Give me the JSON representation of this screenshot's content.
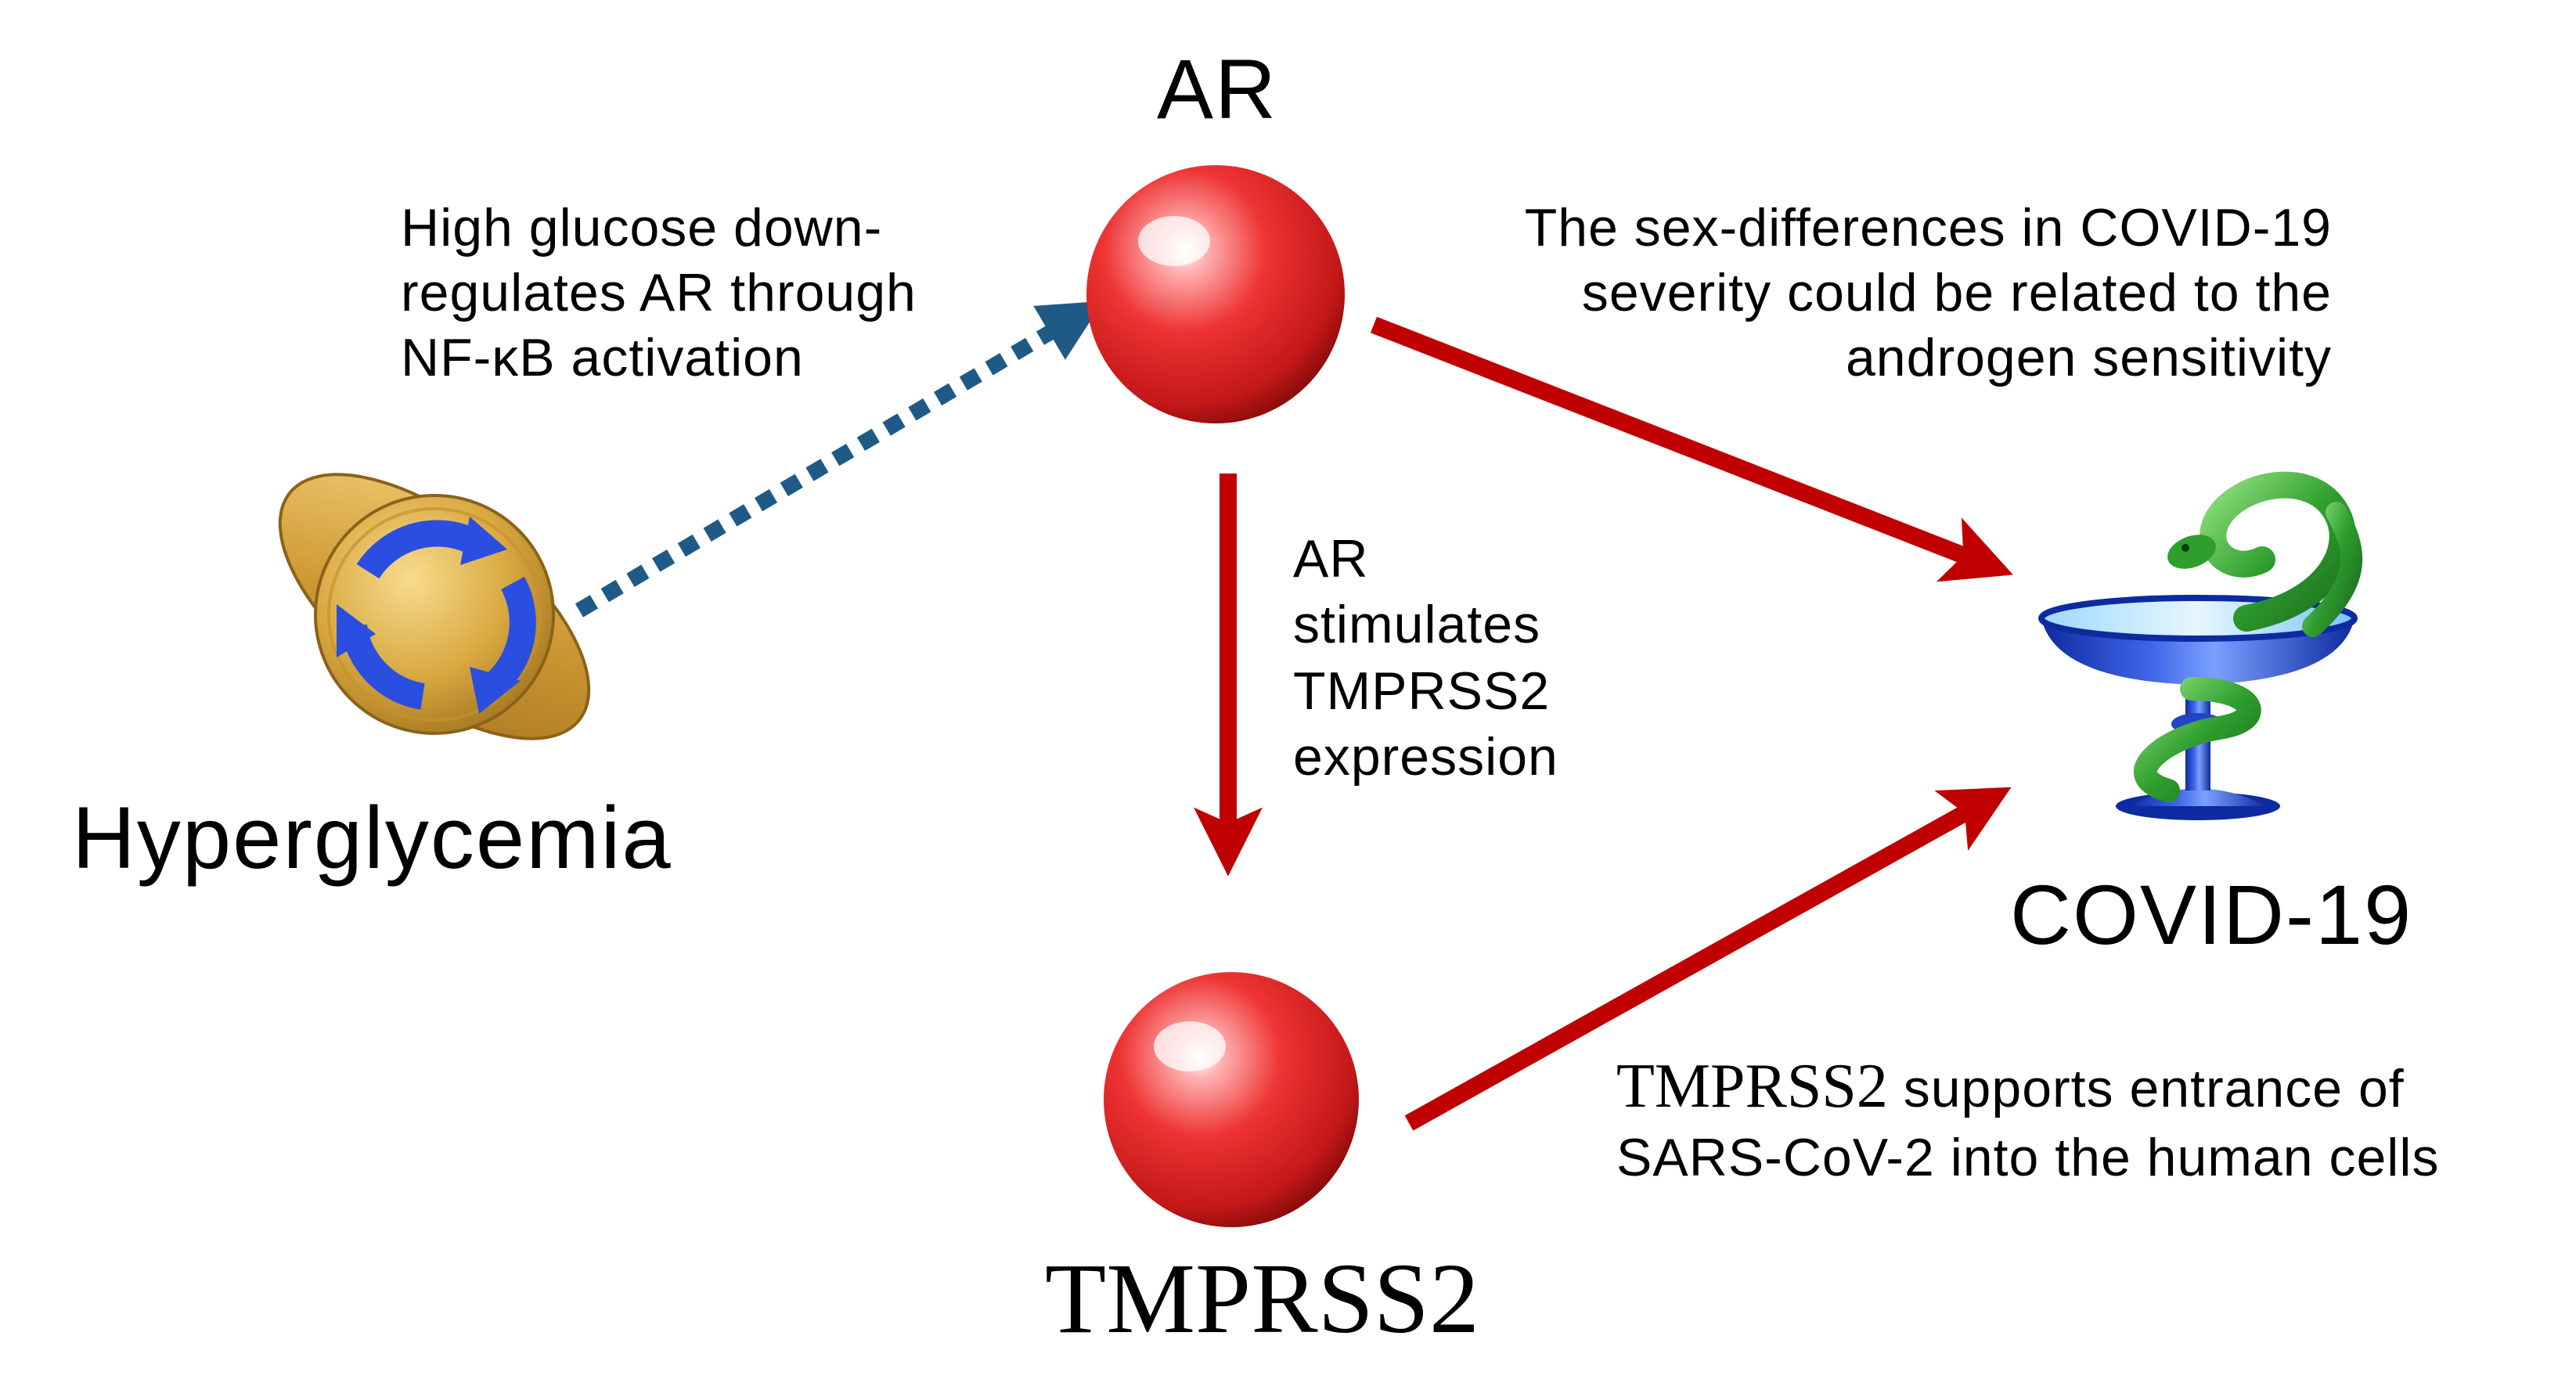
{
  "nodes": {
    "ar": {
      "label": "AR"
    },
    "tmprss2": {
      "label": "TMPRSS2"
    },
    "hyperglycemia": {
      "label": "Hyperglycemia"
    },
    "covid": {
      "label": "COVID-19"
    }
  },
  "annotations": {
    "glucose": {
      "lines": [
        "High glucose down-",
        "regulates AR through",
        "NF-κB activation"
      ]
    },
    "ar_tmprss2": {
      "lines": [
        "AR",
        "stimulates",
        "TMPRSS2",
        "expression"
      ]
    },
    "sex_diff": {
      "lines": [
        "The sex-differences in COVID-19",
        "severity could be related to the",
        "androgen sensitivity"
      ]
    },
    "entrance": {
      "line1_lead": "TMPRSS2",
      "line1_rest": " supports entrance of",
      "line2": "SARS-CoV-2 into the human cells"
    }
  },
  "colors": {
    "arrow_red": "#c00000",
    "arrow_dotted_blue": "#1f5a86",
    "node_red": "#e8222b",
    "cell_gold": "#d4a23c",
    "cycle_blue": "#2a4fe0",
    "cup_blue": "#1a3fbf",
    "snake_green": "#2aa02a"
  },
  "icons": {
    "hyperglycemia": "cell-cycle-icon",
    "covid": "bowl-of-hygieia-icon"
  }
}
